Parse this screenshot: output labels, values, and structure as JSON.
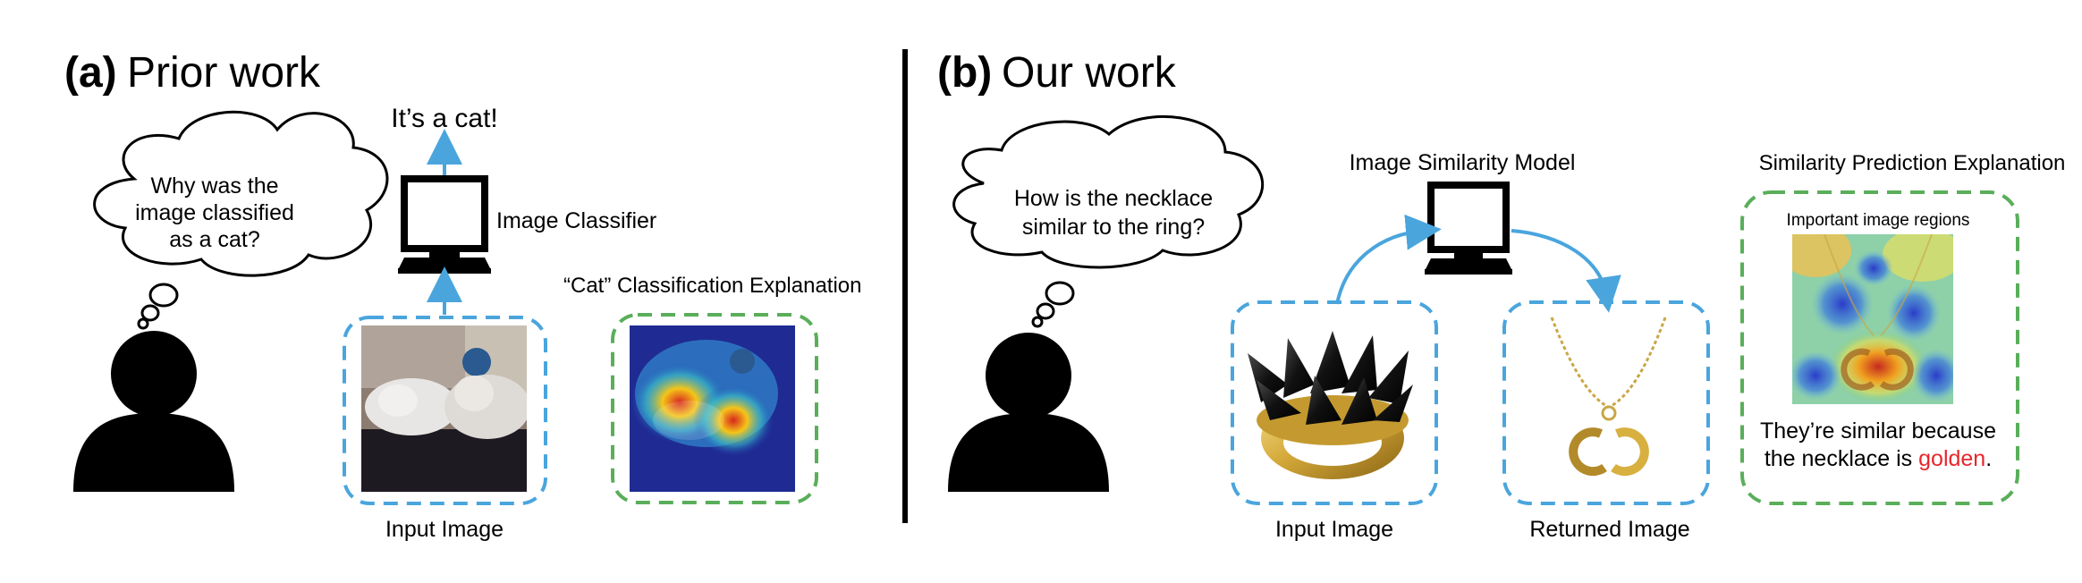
{
  "panel_a": {
    "label": "(a)",
    "title": "Prior work",
    "thought": [
      "Why was the",
      "image classified",
      "as a cat?"
    ],
    "output_text": "It’s a cat!",
    "classifier_label": "Image Classifier",
    "explanation_title": "“Cat” Classification Explanation",
    "input_caption": "Input Image"
  },
  "panel_b": {
    "label": "(b)",
    "title": "Our work",
    "thought": [
      "How is the necklace",
      "similar to the ring?"
    ],
    "model_label": "Image Similarity Model",
    "explanation_title": "Similarity Prediction Explanation",
    "regions_label": "Important image regions",
    "sentence_line1": "They’re similar because",
    "sentence_line2_prefix": "the necklace is ",
    "sentence_highlight": "golden",
    "sentence_suffix": ".",
    "input_caption": "Input Image",
    "returned_caption": "Returned Image"
  },
  "colors": {
    "blue": "#4aa5dd",
    "green": "#5aae5a",
    "highlight_red": "#e8262b",
    "divider": "#000000"
  }
}
